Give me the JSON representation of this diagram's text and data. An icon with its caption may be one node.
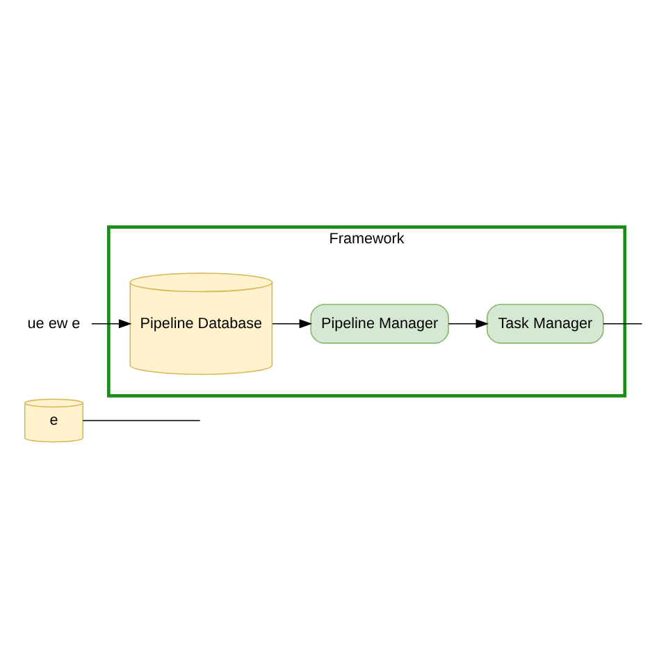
{
  "diagram": {
    "nodes": [
      {
        "text": [
          "e"
        ]
      },
      {
        "text": [
          "Framework"
        ]
      },
      {
        "text": [
          "ue ew e"
        ]
      },
      {
        "text": [
          "Pipeline Database"
        ],
        "in": 1
      },
      {
        "text": [
          "Pipeline Manager"
        ],
        "in": 1
      },
      {
        "text": [
          "Task Manager"
        ],
        "in": 1
      }
    ],
    "edges": [
      {
        "from": 0,
        "to": null,
        "arrow": "none"
      },
      {
        "from": 2,
        "to": 3,
        "arrow": "to"
      },
      {
        "from": 3,
        "to": 4,
        "arrow": "to"
      },
      {
        "from": 4,
        "to": 5,
        "arrow": "to"
      },
      {
        "from": 5,
        "to": null,
        "arrow": "none"
      }
    ]
  }
}
